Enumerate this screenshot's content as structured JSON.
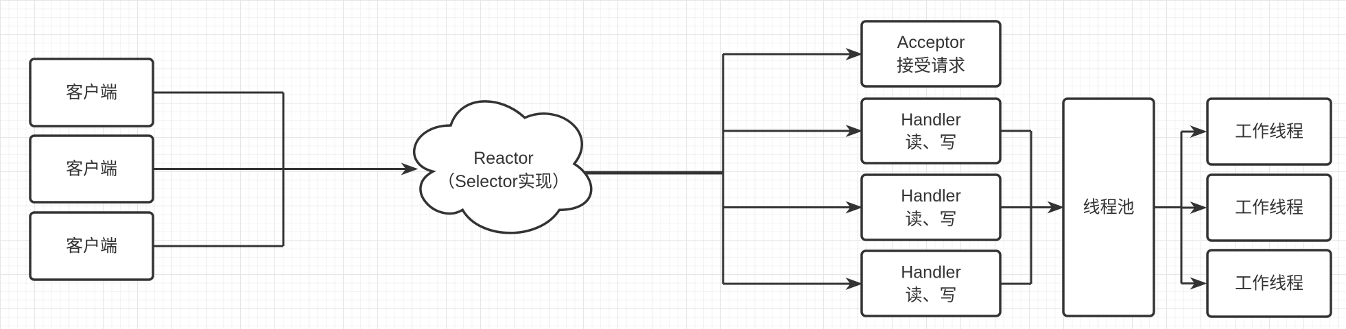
{
  "diagram": {
    "clients": [
      {
        "label": "客户端"
      },
      {
        "label": "客户端"
      },
      {
        "label": "客户端"
      }
    ],
    "reactor": {
      "line1": "Reactor",
      "line2": "（Selector实现）"
    },
    "acceptor": {
      "line1": "Acceptor",
      "line2": "接受请求"
    },
    "handlers": [
      {
        "line1": "Handler",
        "line2": "读、写"
      },
      {
        "line1": "Handler",
        "line2": "读、写"
      },
      {
        "line1": "Handler",
        "line2": "读、写"
      }
    ],
    "thread_pool": {
      "label": "线程池"
    },
    "workers": [
      {
        "label": "工作线程"
      },
      {
        "label": "工作线程"
      },
      {
        "label": "工作线程"
      }
    ]
  },
  "colors": {
    "stroke": "#333333",
    "node_fill": "#ffffff",
    "text": "#333333",
    "canvas": "#ffffff",
    "grid_major": "#e6e6e6",
    "grid_minor": "#f3f3f3"
  }
}
